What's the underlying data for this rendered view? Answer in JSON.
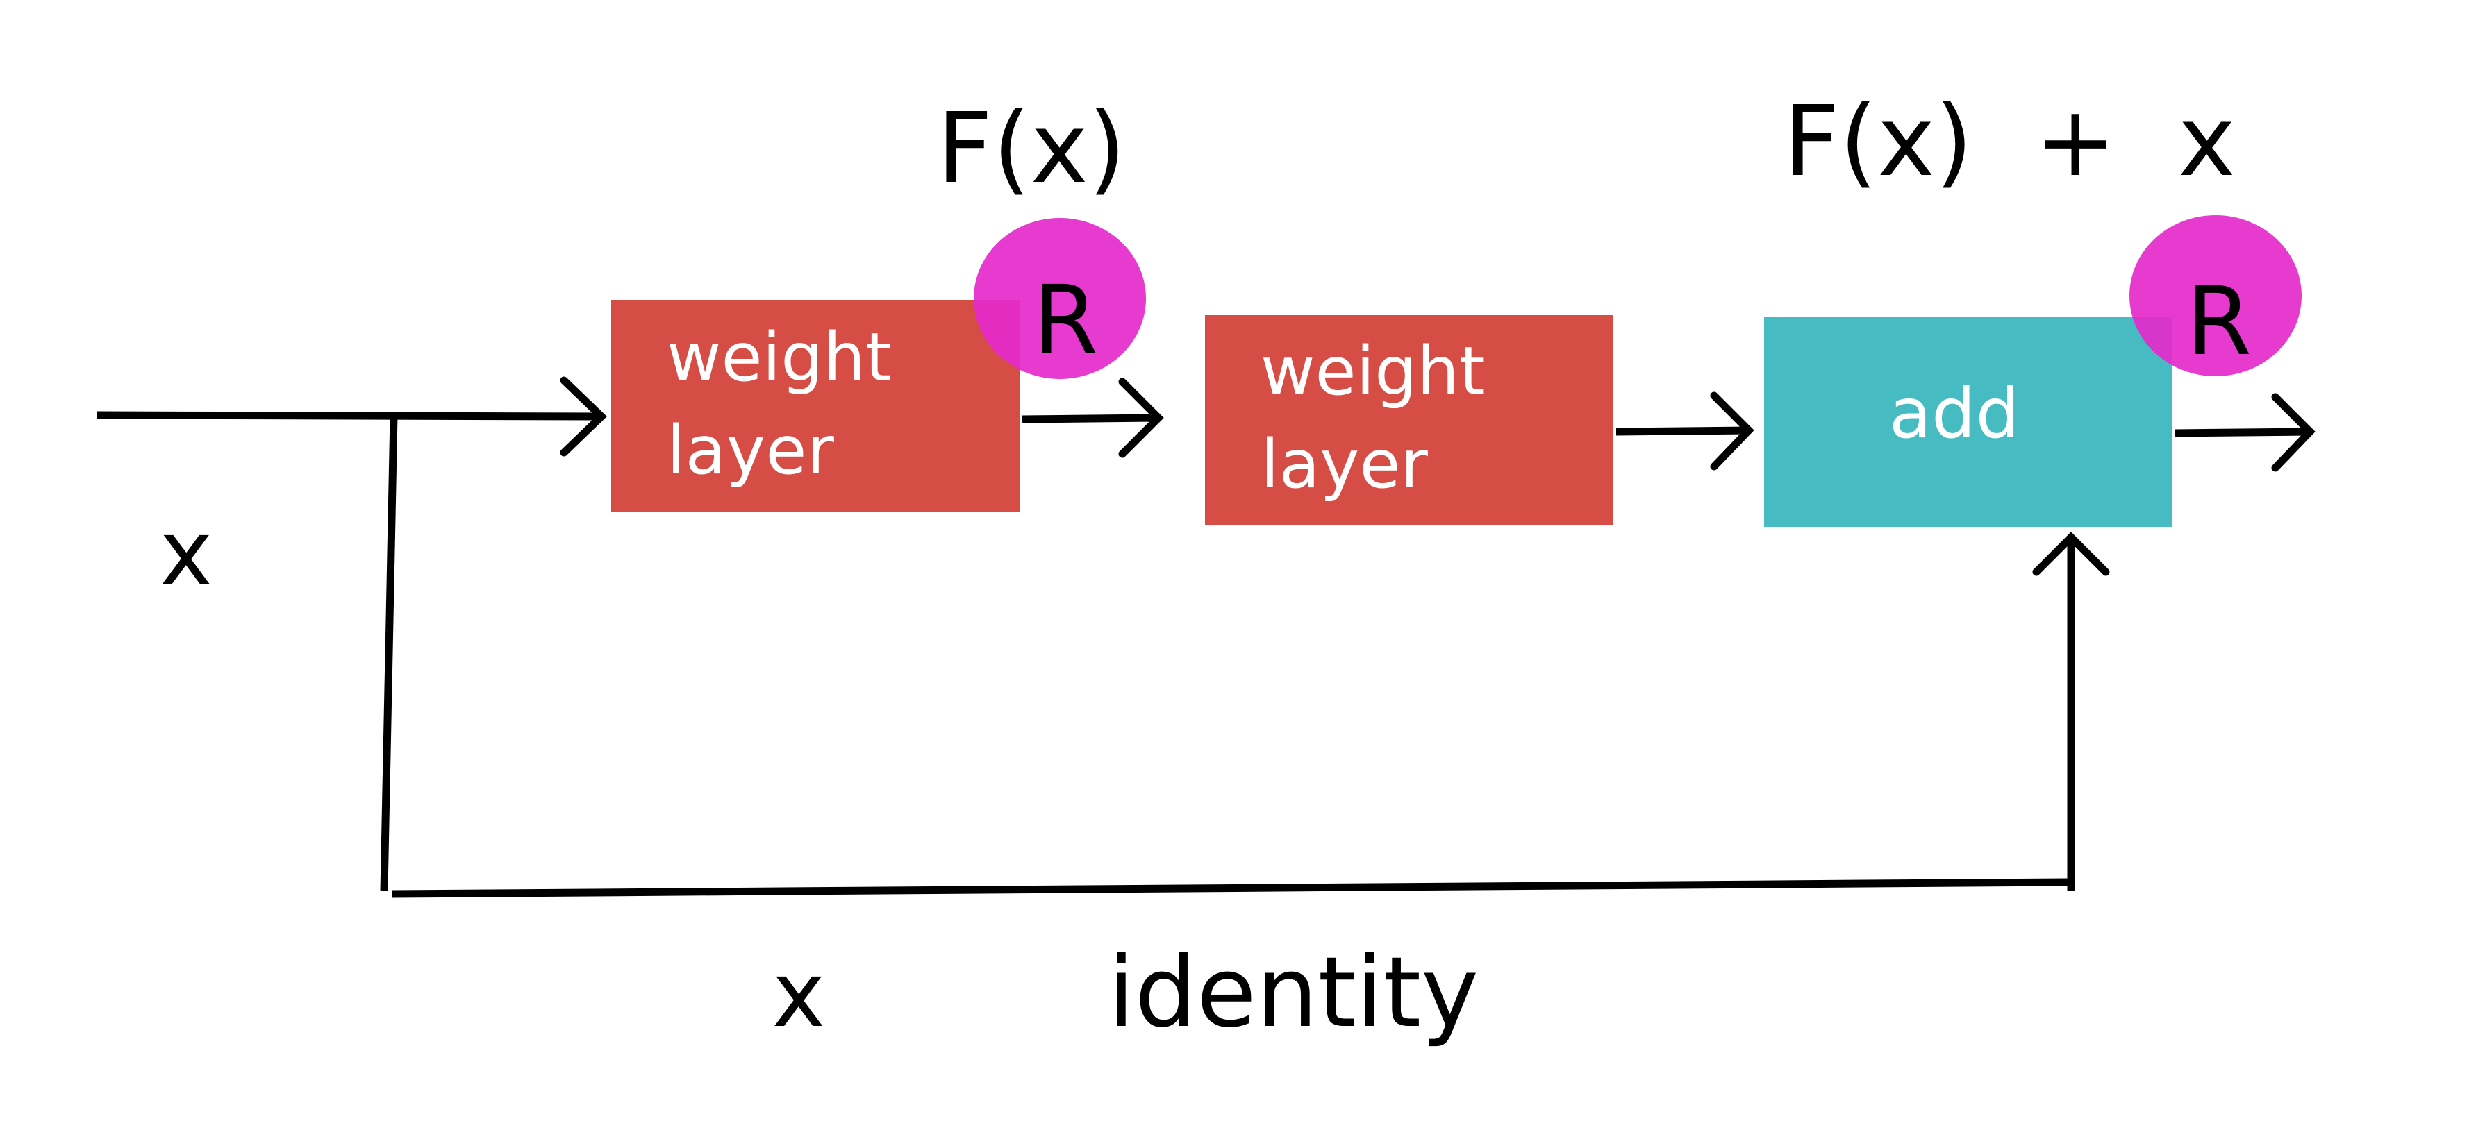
{
  "labels": {
    "x_input": "x",
    "fx": "F(x)",
    "fx_plus_x": "F(x)  +  x",
    "x_skip": "x",
    "identity": "identity"
  },
  "blocks": {
    "weight_layer_1": {
      "line1": "weight",
      "line2": "layer"
    },
    "weight_layer_2": {
      "line1": "weight",
      "line2": "layer"
    },
    "add": "add"
  },
  "relu_badges": [
    "R",
    "R"
  ],
  "colors": {
    "weight_layer": "#D64D45",
    "add_block": "#46BCC2",
    "relu_badge": "#E52ACB",
    "arrows": "#000000",
    "text_dark": "#000000",
    "text_light": "#FFFFFF"
  }
}
